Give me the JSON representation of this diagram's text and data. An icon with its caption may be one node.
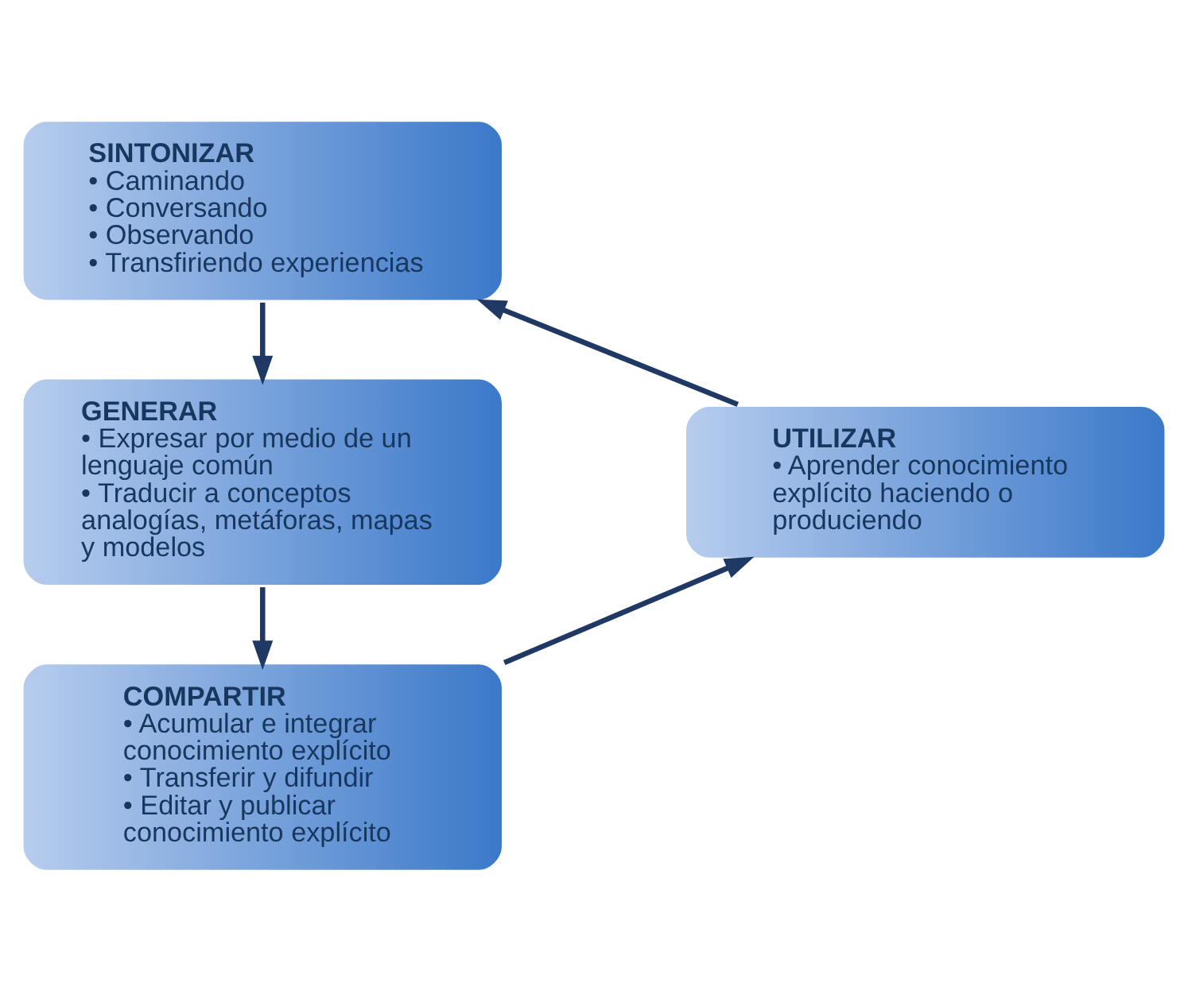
{
  "diagram": {
    "nodes": [
      {
        "text": [
          "SINTONIZAR",
          "• Caminando",
          "• Conversando",
          "• Observando",
          "• Transfiriendo experiencias"
        ]
      },
      {
        "text": [
          "GENERAR",
          "• Expresar por medio de un lenguaje común",
          "• Traducir a conceptos analogías, metáforas, mapas y modelos"
        ]
      },
      {
        "text": [
          "COMPARTIR",
          "• Acumular e integrar conocimiento explícito",
          "• Transferir y difundir",
          "• Editar y publicar conocimiento explícito"
        ]
      },
      {
        "text": [
          "UTILIZAR",
          "• Aprender conocimiento explícito haciendo o produciendo"
        ]
      }
    ],
    "edges": [
      {
        "from": 0,
        "to": 1,
        "arrow": "to"
      },
      {
        "from": 1,
        "to": 2,
        "arrow": "to"
      },
      {
        "from": 2,
        "to": 3,
        "arrow": "to"
      },
      {
        "from": 3,
        "to": 0,
        "arrow": "to"
      }
    ]
  }
}
